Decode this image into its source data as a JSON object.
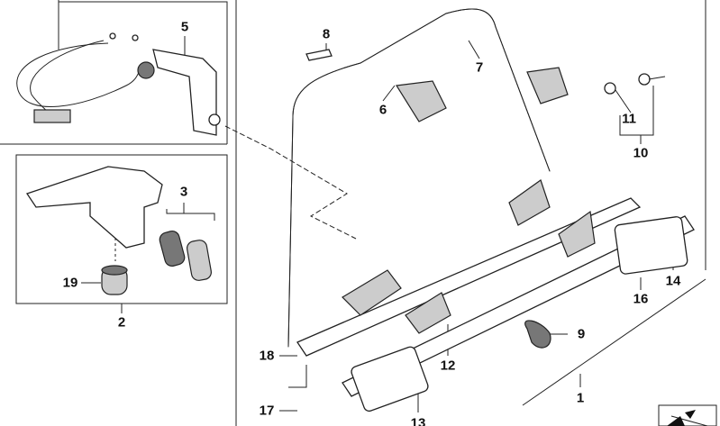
{
  "diagram": {
    "callouts": [
      "1",
      "2",
      "3",
      "5",
      "6",
      "7",
      "8",
      "9",
      "10",
      "11",
      "12",
      "13",
      "14",
      "16",
      "17",
      "18",
      "19"
    ],
    "colors": {
      "line": "#222222",
      "fill_light": "#cccccc",
      "fill_dark": "#777777",
      "background": "#ffffff"
    }
  }
}
